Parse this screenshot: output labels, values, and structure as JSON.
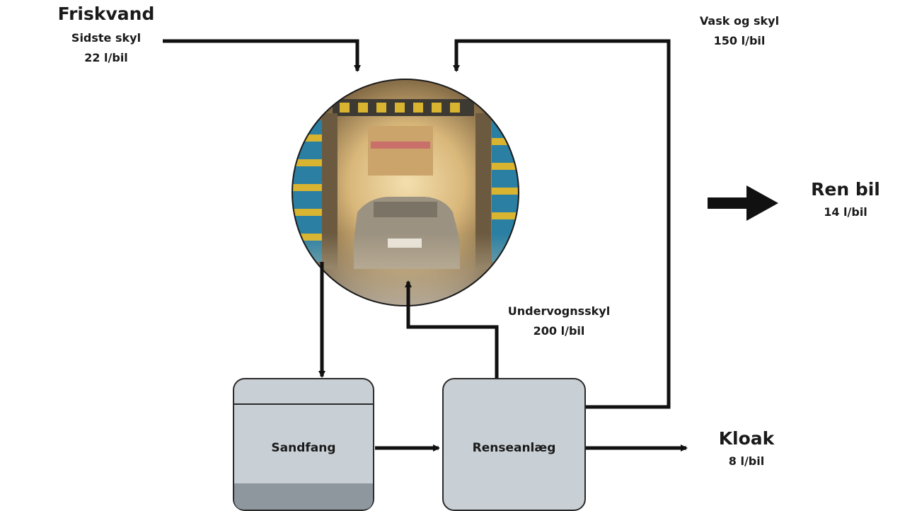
{
  "labels": {
    "fresh_title": "Friskvand",
    "fresh_sub": "Sidste skyl",
    "fresh_amount": "22 l/bil",
    "wash_title": "Vask og skyl",
    "wash_amount": "150 l/bil",
    "clean_title": "Ren bil",
    "clean_amount": "14 l/bil",
    "under_title": "Undervognsskyl",
    "under_amount": "200 l/bil",
    "sewer_title": "Kloak",
    "sewer_amount": "8 l/bil"
  },
  "tanks": {
    "sandfang": "Sandfang",
    "renseanlaeg": "Renseanlæg"
  },
  "colors": {
    "line": "#111111",
    "tank_fill": "#c9d0d5",
    "tank_stroke": "#2a2a2a",
    "sediment": "#8d979d",
    "wash_glow": "#e8c98c",
    "wall_blue": "#2a7fa3",
    "wall_yellow": "#d8b430"
  }
}
